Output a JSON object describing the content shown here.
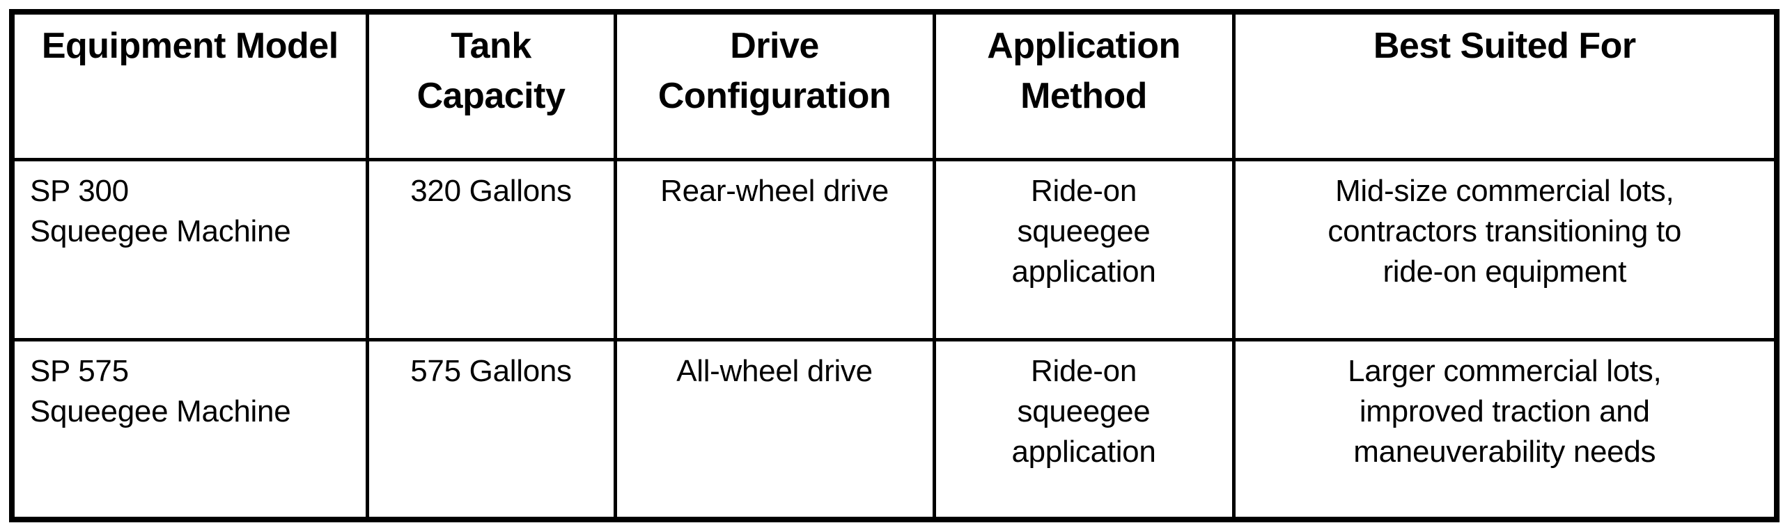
{
  "colors": {
    "border": "#000000",
    "background": "#ffffff",
    "text": "#000000"
  },
  "table": {
    "columns": [
      {
        "label": "Equipment Model"
      },
      {
        "label": "Tank\nCapacity"
      },
      {
        "label": "Drive\nConfiguration"
      },
      {
        "label": "Application\nMethod"
      },
      {
        "label": "Best Suited For"
      }
    ],
    "rows": [
      {
        "equipment_model": "SP 300\nSqueegee Machine",
        "tank_capacity": "320 Gallons",
        "drive_configuration": "Rear-wheel drive",
        "application_method": "Ride-on\nsqueegee\napplication",
        "best_suited_for": "Mid-size commercial lots,\ncontractors transitioning to\nride-on equipment"
      },
      {
        "equipment_model": "SP 575\nSqueegee Machine",
        "tank_capacity": "575 Gallons",
        "drive_configuration": "All-wheel drive",
        "application_method": "Ride-on\nsqueegee\napplication",
        "best_suited_for": "Larger commercial lots,\nimproved traction and\nmaneuverability needs"
      }
    ]
  }
}
